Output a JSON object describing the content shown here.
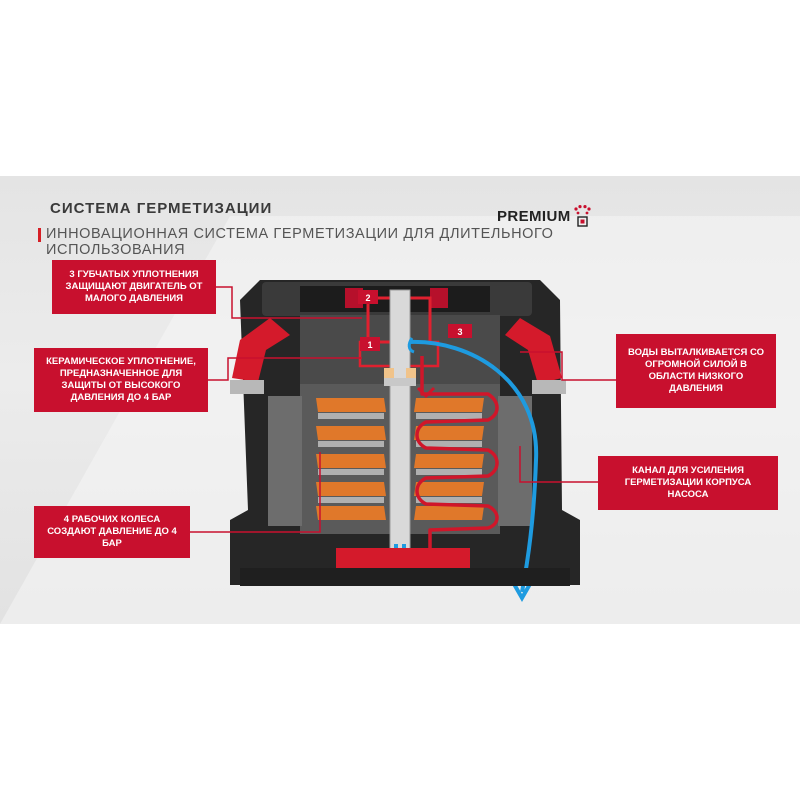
{
  "header": {
    "title": "СИСТЕМА ГЕРМЕТИЗАЦИИ",
    "subtitle": "ИННОВАЦИОННАЯ СИСТЕМА ГЕРМЕТИЗАЦИИ ДЛЯ ДЛИТЕЛЬНОГО ИСПОЛЬЗОВАНИЯ"
  },
  "brand": {
    "label": "PREMIUM",
    "icon": "paw-badge-icon"
  },
  "callouts": {
    "sponge_seals": "3 ГУБЧАТЫХ УПЛОТНЕНИЯ ЗАЩИЩАЮТ ДВИГАТЕЛЬ ОТ МАЛОГО ДАВЛЕНИЯ",
    "ceramic_seal": "КЕРАМИЧЕСКОЕ УПЛОТНЕНИЕ, ПРЕДНАЗНАЧЕННОЕ ДЛЯ ЗАЩИТЫ ОТ ВЫСОКОГО ДАВЛЕНИЯ ДО 4 БАР",
    "impellers": "4 РАБОЧИХ КОЛЕСА СОЗДАЮТ ДАВЛЕНИЕ ДО 4 БАР",
    "water_push": "ВОДЫ ВЫТАЛКИВАЕТСЯ СО ОГРОМНОЙ СИЛОЙ В ОБЛАСТИ НИЗКОГО ДАВЛЕНИЯ",
    "channel": "КАНАЛ ДЛЯ УСИЛЕНИЯ ГЕРМЕТИЗАЦИИ КОРПУСА НАСОСА"
  },
  "seal_markers": [
    "1",
    "2",
    "3"
  ],
  "colors": {
    "accent": "#c8102e",
    "impeller": "#e0782a",
    "flow": "#1e9be0",
    "body": "#2a2a2a"
  }
}
